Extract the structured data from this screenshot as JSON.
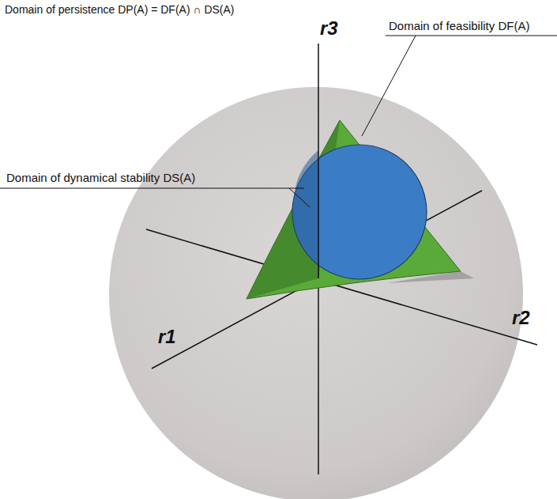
{
  "diagram": {
    "title": "Domain of persistence DP(A) = DF(A) ∩ DS(A)",
    "labels": [
      "Domain of feasibility DF(A)",
      "Domain of dynamical stability DS(A)",
      "r3",
      "r1",
      "r2"
    ]
  }
}
